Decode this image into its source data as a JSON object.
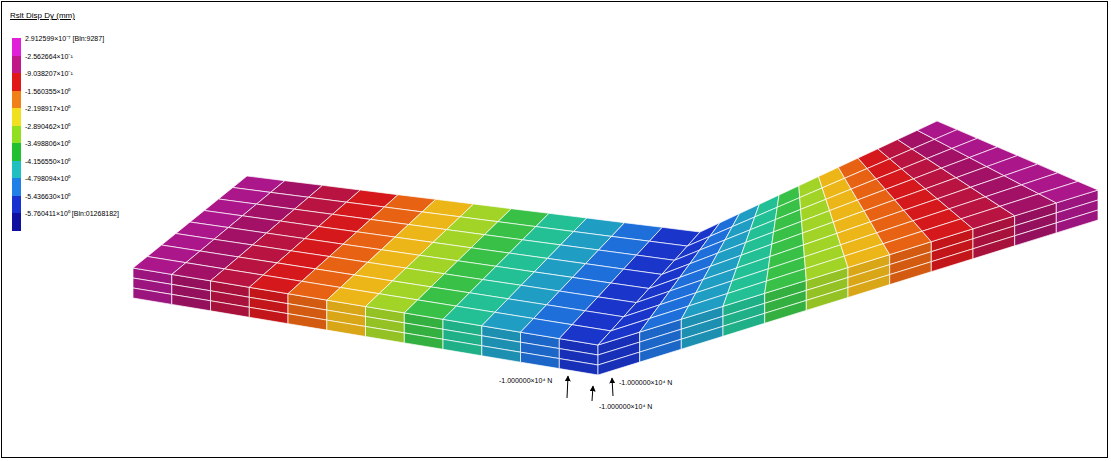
{
  "diagram": {
    "title": "Rslt Disp Dy (mm)",
    "labels": [
      "-1.000000×10⁴ N",
      "-1.000000×10⁴ N",
      "-1.000000×10⁴ N"
    ],
    "legend": [
      {
        "text": "2.912599×10⁻⁷ [Bln:9287]",
        "color": "#e020d8"
      },
      {
        "text": "-2.562664×10⁻¹",
        "color": "#c01888"
      },
      {
        "text": "-9.038207×10⁻¹",
        "color": "#e01818"
      },
      {
        "text": "-1.560355×10⁰",
        "color": "#f08018"
      },
      {
        "text": "-2.198917×10⁰",
        "color": "#f0e020"
      },
      {
        "text": "-2.890462×10⁰",
        "color": "#90e020"
      },
      {
        "text": "-3.498806×10⁰",
        "color": "#20c030"
      },
      {
        "text": "-4.156550×10⁰",
        "color": "#20c0c0"
      },
      {
        "text": "-4.798094×10⁰",
        "color": "#2080e8"
      },
      {
        "text": "-5.436630×10⁰",
        "color": "#1830d0"
      },
      {
        "text": "-5.760411×10⁰ [Bln:01268182]",
        "color": "#1010a0"
      }
    ]
  }
}
